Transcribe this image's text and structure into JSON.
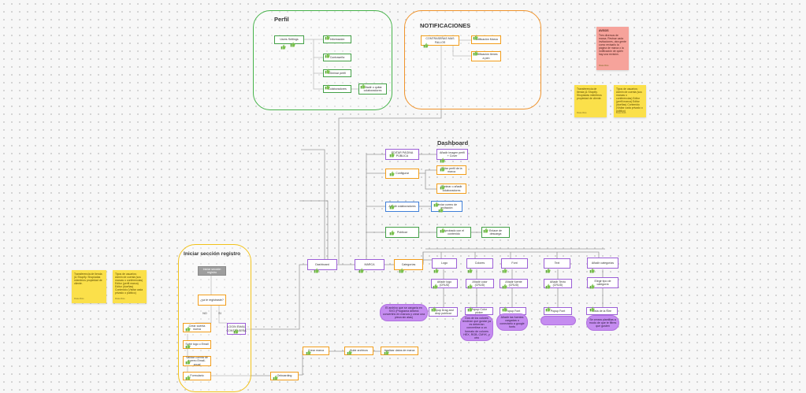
{
  "groups": {
    "perfil": "Perfil",
    "notificaciones": "NOTIFICACIONES",
    "dashboard": "Dashboard",
    "iniciar": "Iniciar sección registro"
  },
  "nodes": {
    "user_settings": "Users Settings",
    "perfil_a": "Información",
    "perfil_b": "Contraseña",
    "perfil_c": "Eliminar perfil",
    "perfil_d": "Colaboradores",
    "perfil_e": "Añadir o quitar colaboradores",
    "notif_main": "CONTRASEÑAS MAS FALLOS",
    "notif_a": "Notificación Marca",
    "notif_b": "Notificación tienes a pen",
    "editar": "EDITAR PÁGINA PÚBLICA",
    "editar_r": "Añadir imagen perfil + Cover",
    "configurar": "Configurar",
    "config_a": "Editar perfil de la marca",
    "config_b": "Eliminar o añadir colaboradores",
    "anadir_colab": "Añadir colaboradores",
    "colab_r": "Enviar correo de invitación",
    "publicar": "Publicar",
    "publicar_a": "Aprobado con el contenido",
    "publicar_b": "Enlace de descarga",
    "dashboard": "Dashboard",
    "marca": "MARCA",
    "categorias": "Categorías",
    "cat_logo": "Logo",
    "cat_colores": "Colores",
    "cat_font": "Font",
    "cat_text": "Text",
    "cat_anadir": "Añadir categorías",
    "add_logo": "Añadir logo (CRUD)",
    "add_color": "Añadir color (CRUD)",
    "add_fuente": "Añadir fuente (CRUD)",
    "add_texto": "Añadir Texto (CRUD)",
    "add_tipo": "Elegir tipo de categoría",
    "popup_logo": "Popup Drag and drop publicar",
    "popup_color": "Popup Color picker",
    "popup_font": "Popup Font",
    "popup_text": "Popup Font",
    "popup_cat": "Lista de la Ñire",
    "bubble_logo": "El archivo que se cargaría en SVG (Programa deberá convertirlo en marcos y crear una pieza sin alas)",
    "bubble_color": "Dos de los colores tendrían que gustar ya es deberían convertirse a un formato de colores HEX, RGB, CMYK, y otro",
    "bubble_font": "Añadir las fuentes cargadas o conectarlo a google fonts",
    "bubble_text": "",
    "bubble_cat": "Se creara plantillas a modo de que te filtres que gusten",
    "iniciar_btn": "Iniciar sección registro",
    "registrado": "¿ya te registraste?",
    "no_label": "NO",
    "si_label": "SI",
    "crear_cuenta": "Crear cuenta nueva",
    "login": "LOGIN EMAIL CONTRASEÑA",
    "subir_logo": "Subir logo o Email",
    "validar": "Validar cuenta de correo Email-anual",
    "formulario": "Formulario",
    "onboarding": "Onboarding",
    "crear_marca": "Crear marca",
    "subir_archivos": "Subir archivos",
    "analizar": "Analizar datos de marca"
  },
  "stickies": {
    "aviso_title": "AVISOS",
    "aviso_body": "Tres diversos de marca. Revisar cada invitaciones, otra gente como revisarlo la página de marca o la notificación de quién hay una revisión.",
    "aviso_foot": "Rosie Rios",
    "s1": "Transferencia de tienda (& Shopify. Shopiadas miembros propiedad de cliente.",
    "s1_foot": "Rosie Rios",
    "s2": "Tipos de usuarios: Admin de cuenta (sus marcas o conferencias) Editor (perfil marca) Editor (dueñas) Contenido (Visitar cada privado o público)",
    "s2_foot": "Rosie Rios",
    "s3": "Transferencia de tienda (& Shopify. Shopiadas miembros propiedad de cliente.",
    "s3_foot": "Rosie Rios",
    "s4": "Tipos de usuarios: Admin de cuenta (sus marcas o conferencias) Editor (perfil marca) Editor (dueñas) Contenido (Visitar cada privado o público)",
    "s4_foot": "Rosie Rios"
  },
  "colors": {
    "green": "#46b34a",
    "orange": "#f0932b",
    "yellow": "#f2c21b",
    "purple": "#9c5ed6",
    "blue": "#3f7fd8",
    "bubble": "#c58cf0",
    "sticky_yellow": "#fbe04a",
    "sticky_red": "#f6a39b"
  },
  "icons": {
    "approval": "thumbs-up-icon"
  }
}
